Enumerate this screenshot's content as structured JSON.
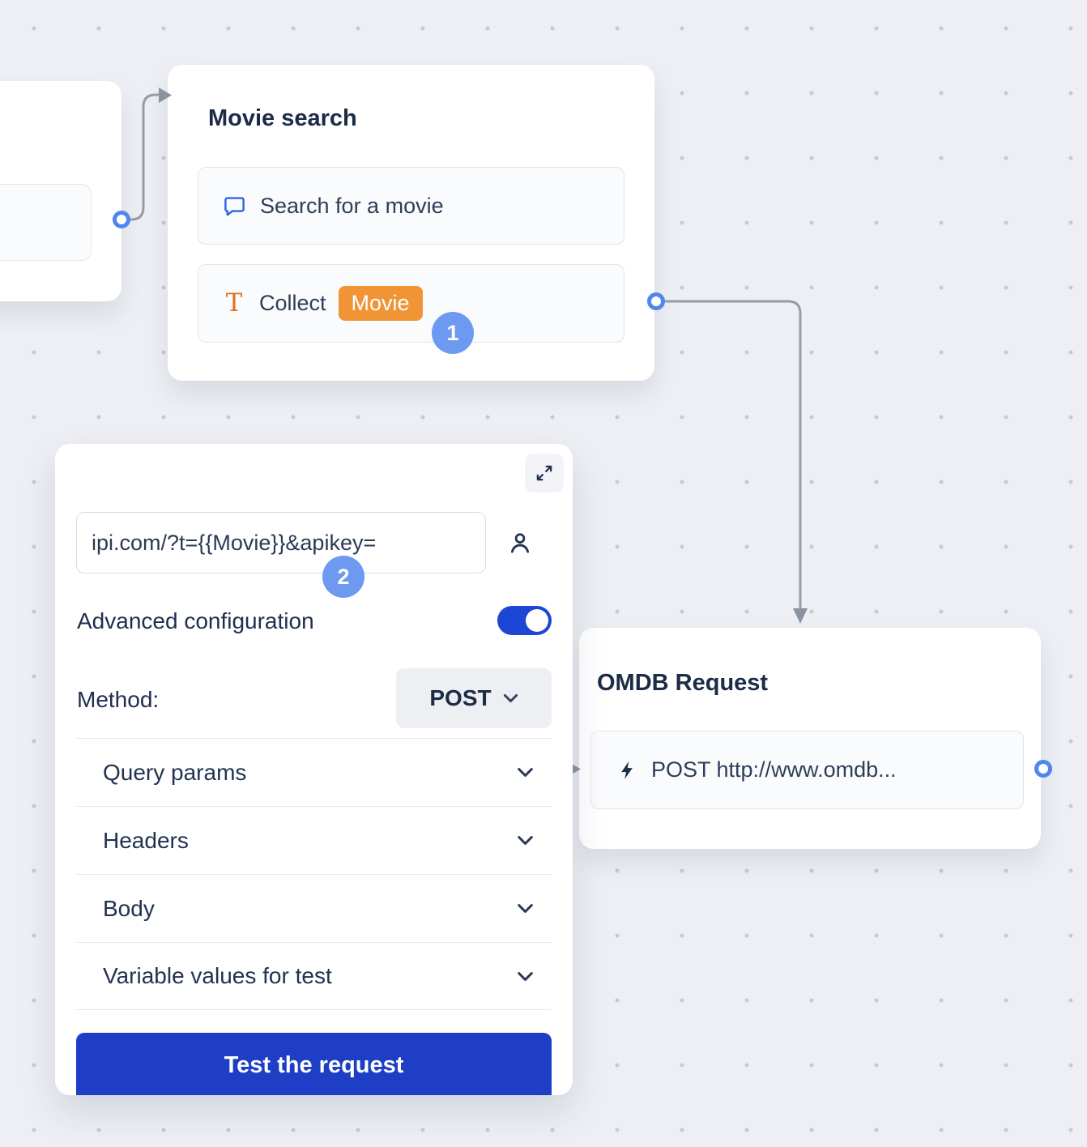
{
  "movie_card": {
    "title": "Movie search",
    "search_row_label": "Search for a movie",
    "collect_row_label": "Collect",
    "collect_variable_badge": "Movie"
  },
  "omdb_card": {
    "title": "OMDB Request",
    "request_row_label": "POST http://www.omdb..."
  },
  "panel": {
    "url_value": "ipi.com/?t={{Movie}}&apikey=",
    "advanced_config_label": "Advanced configuration",
    "method_label": "Method:",
    "method_value": "POST",
    "sections": [
      "Query params",
      "Headers",
      "Body",
      "Variable values for test"
    ],
    "test_button_label": "Test the request"
  },
  "step_badges": {
    "step1": "1",
    "step2": "2"
  },
  "icons": {
    "chat-bubble-icon": "speech bubble outline",
    "text-icon": "serif T glyph",
    "lightning-icon": "bolt",
    "person-icon": "user silhouette",
    "expand-icon": "diagonal expand arrows",
    "chevron-down-icon": "v chevron",
    "connector-dot": "white circle with blue ring"
  },
  "colors": {
    "canvas_bg": "#edeff4",
    "dot_grid": "#c5cad4",
    "badge_orange": "#f09436",
    "step_blue": "#6d9af0",
    "node_ring_blue": "#4f86ef",
    "connector_gray": "#949ca8",
    "toggle_blue": "#1c46d3",
    "button_blue": "#1e3ec6",
    "title_navy": "#1c2b46"
  }
}
